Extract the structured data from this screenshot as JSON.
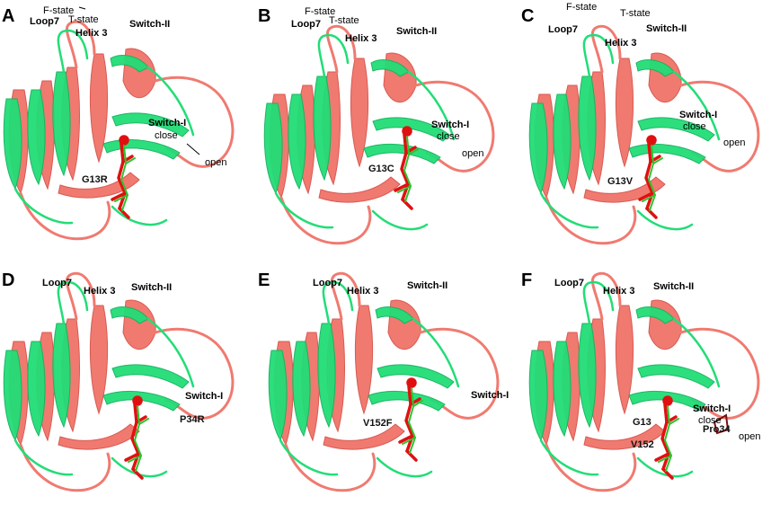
{
  "colors": {
    "state_a": "#f07a70",
    "state_b": "#22dd77",
    "ligand_red": "#e01010",
    "ligand_green": "#2ec22e",
    "residue": "#7a1010"
  },
  "panels": [
    {
      "letter": "A",
      "loop7": "Loop7",
      "helix3": "Helix 3",
      "switch2": "Switch-II",
      "switch1": "Switch-I",
      "close": "close",
      "open": "open",
      "fstate": "F-state",
      "tstate": "T-state",
      "mutations": [
        "G13R"
      ]
    },
    {
      "letter": "B",
      "loop7": "Loop7",
      "helix3": "Helix 3",
      "switch2": "Switch-II",
      "switch1": "Switch-I",
      "close": "close",
      "open": "open",
      "fstate": "F-state",
      "tstate": "T-state",
      "mutations": [
        "G13C"
      ]
    },
    {
      "letter": "C",
      "loop7": "Loop7",
      "helix3": "Helix 3",
      "switch2": "Switch-II",
      "switch1": "Switch-I",
      "close": "close",
      "open": "open",
      "fstate": "F-state",
      "tstate": "T-state",
      "mutations": [
        "G13V"
      ]
    },
    {
      "letter": "D",
      "loop7": "Loop7",
      "helix3": "Helix 3",
      "switch2": "Switch-II",
      "switch1": "Switch-I",
      "mutations": [
        "P34R"
      ]
    },
    {
      "letter": "E",
      "loop7": "Loop7",
      "helix3": "Helix 3",
      "switch2": "Switch-II",
      "switch1": "Switch-I",
      "mutations": [
        "V152F"
      ]
    },
    {
      "letter": "F",
      "loop7": "Loop7",
      "helix3": "Helix 3",
      "switch2": "Switch-II",
      "switch1": "Switch-I",
      "close": "close",
      "open": "open",
      "mutations": [
        "G13",
        "V152",
        "Pro34"
      ]
    }
  ]
}
